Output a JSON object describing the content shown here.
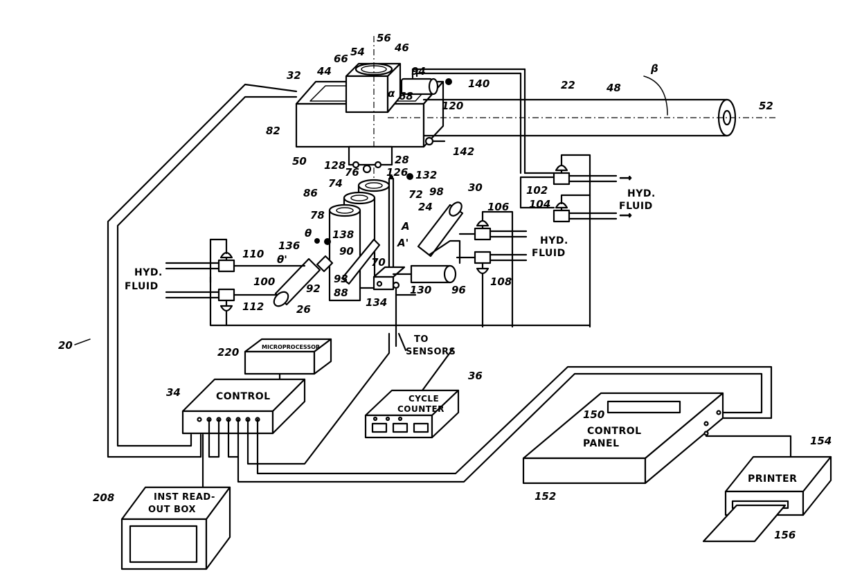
{
  "refs": {
    "r20": "20",
    "r22": "22",
    "r24": "24",
    "r26": "26",
    "r28": "28",
    "r30": "30",
    "r32": "32",
    "r34": "34",
    "r36": "36",
    "r44": "44",
    "r46": "46",
    "r48": "48",
    "r50": "50",
    "r52": "52",
    "r54": "54",
    "r56": "56",
    "r66": "66",
    "r68": "68",
    "r70": "70",
    "r72": "72",
    "r74": "74",
    "r76": "76",
    "r78": "78",
    "r82": "82",
    "r86": "86",
    "r88": "88",
    "r90": "90",
    "r92": "92",
    "r93": "93",
    "r94": "94",
    "r96": "96",
    "r98": "98",
    "r100": "100",
    "r102": "102",
    "r104": "104",
    "r106": "106",
    "r108": "108",
    "r110": "110",
    "r112": "112",
    "r120": "120",
    "r126": "126",
    "r128": "128",
    "r130": "130",
    "r132": "132",
    "r134": "134",
    "r136": "136",
    "r138": "138",
    "r140": "140",
    "r142": "142",
    "r150": "150",
    "r152": "152",
    "r154": "154",
    "r156": "156",
    "r208": "208",
    "r220": "220"
  },
  "greek": {
    "beta": "β",
    "alpha": "α",
    "theta": "θ",
    "theta_prime": "θ'",
    "a": "A",
    "a_prime": "A'"
  },
  "labels": {
    "control": "CONTROL",
    "cycle_counter_1": "CYCLE",
    "cycle_counter_2": "COUNTER",
    "control_panel_1": "CONTROL",
    "control_panel_2": "PANEL",
    "printer": "PRINTER",
    "inst_readout_1": "INST READ-",
    "inst_readout_2": "OUT BOX",
    "microprocessor": "MICROPROCESSOR",
    "to_sensors_1": "TO",
    "to_sensors_2": "SENSORS",
    "hyd_fluid_right_top_1": "HYD.",
    "hyd_fluid_right_top_2": "FLUID",
    "hyd_fluid_right_mid_1": "HYD.",
    "hyd_fluid_right_mid_2": "FLUID",
    "hyd_fluid_left_1": "HYD.",
    "hyd_fluid_left_2": "FLUID"
  }
}
